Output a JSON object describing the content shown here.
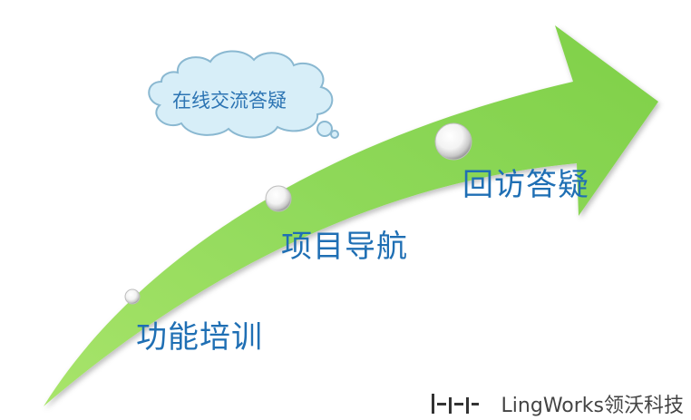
{
  "diagram": {
    "steps": [
      {
        "label": "功能培训"
      },
      {
        "label": "项目导航"
      },
      {
        "label": "回访答疑"
      }
    ],
    "cloud_label": "在线交流答疑",
    "watermark": "LingWorks领沃科技"
  },
  "colors": {
    "arrow": "#86d650",
    "label": "#1f6fb4",
    "cloud_fill": "#d7eef8",
    "cloud_stroke": "#8ab8d1"
  }
}
